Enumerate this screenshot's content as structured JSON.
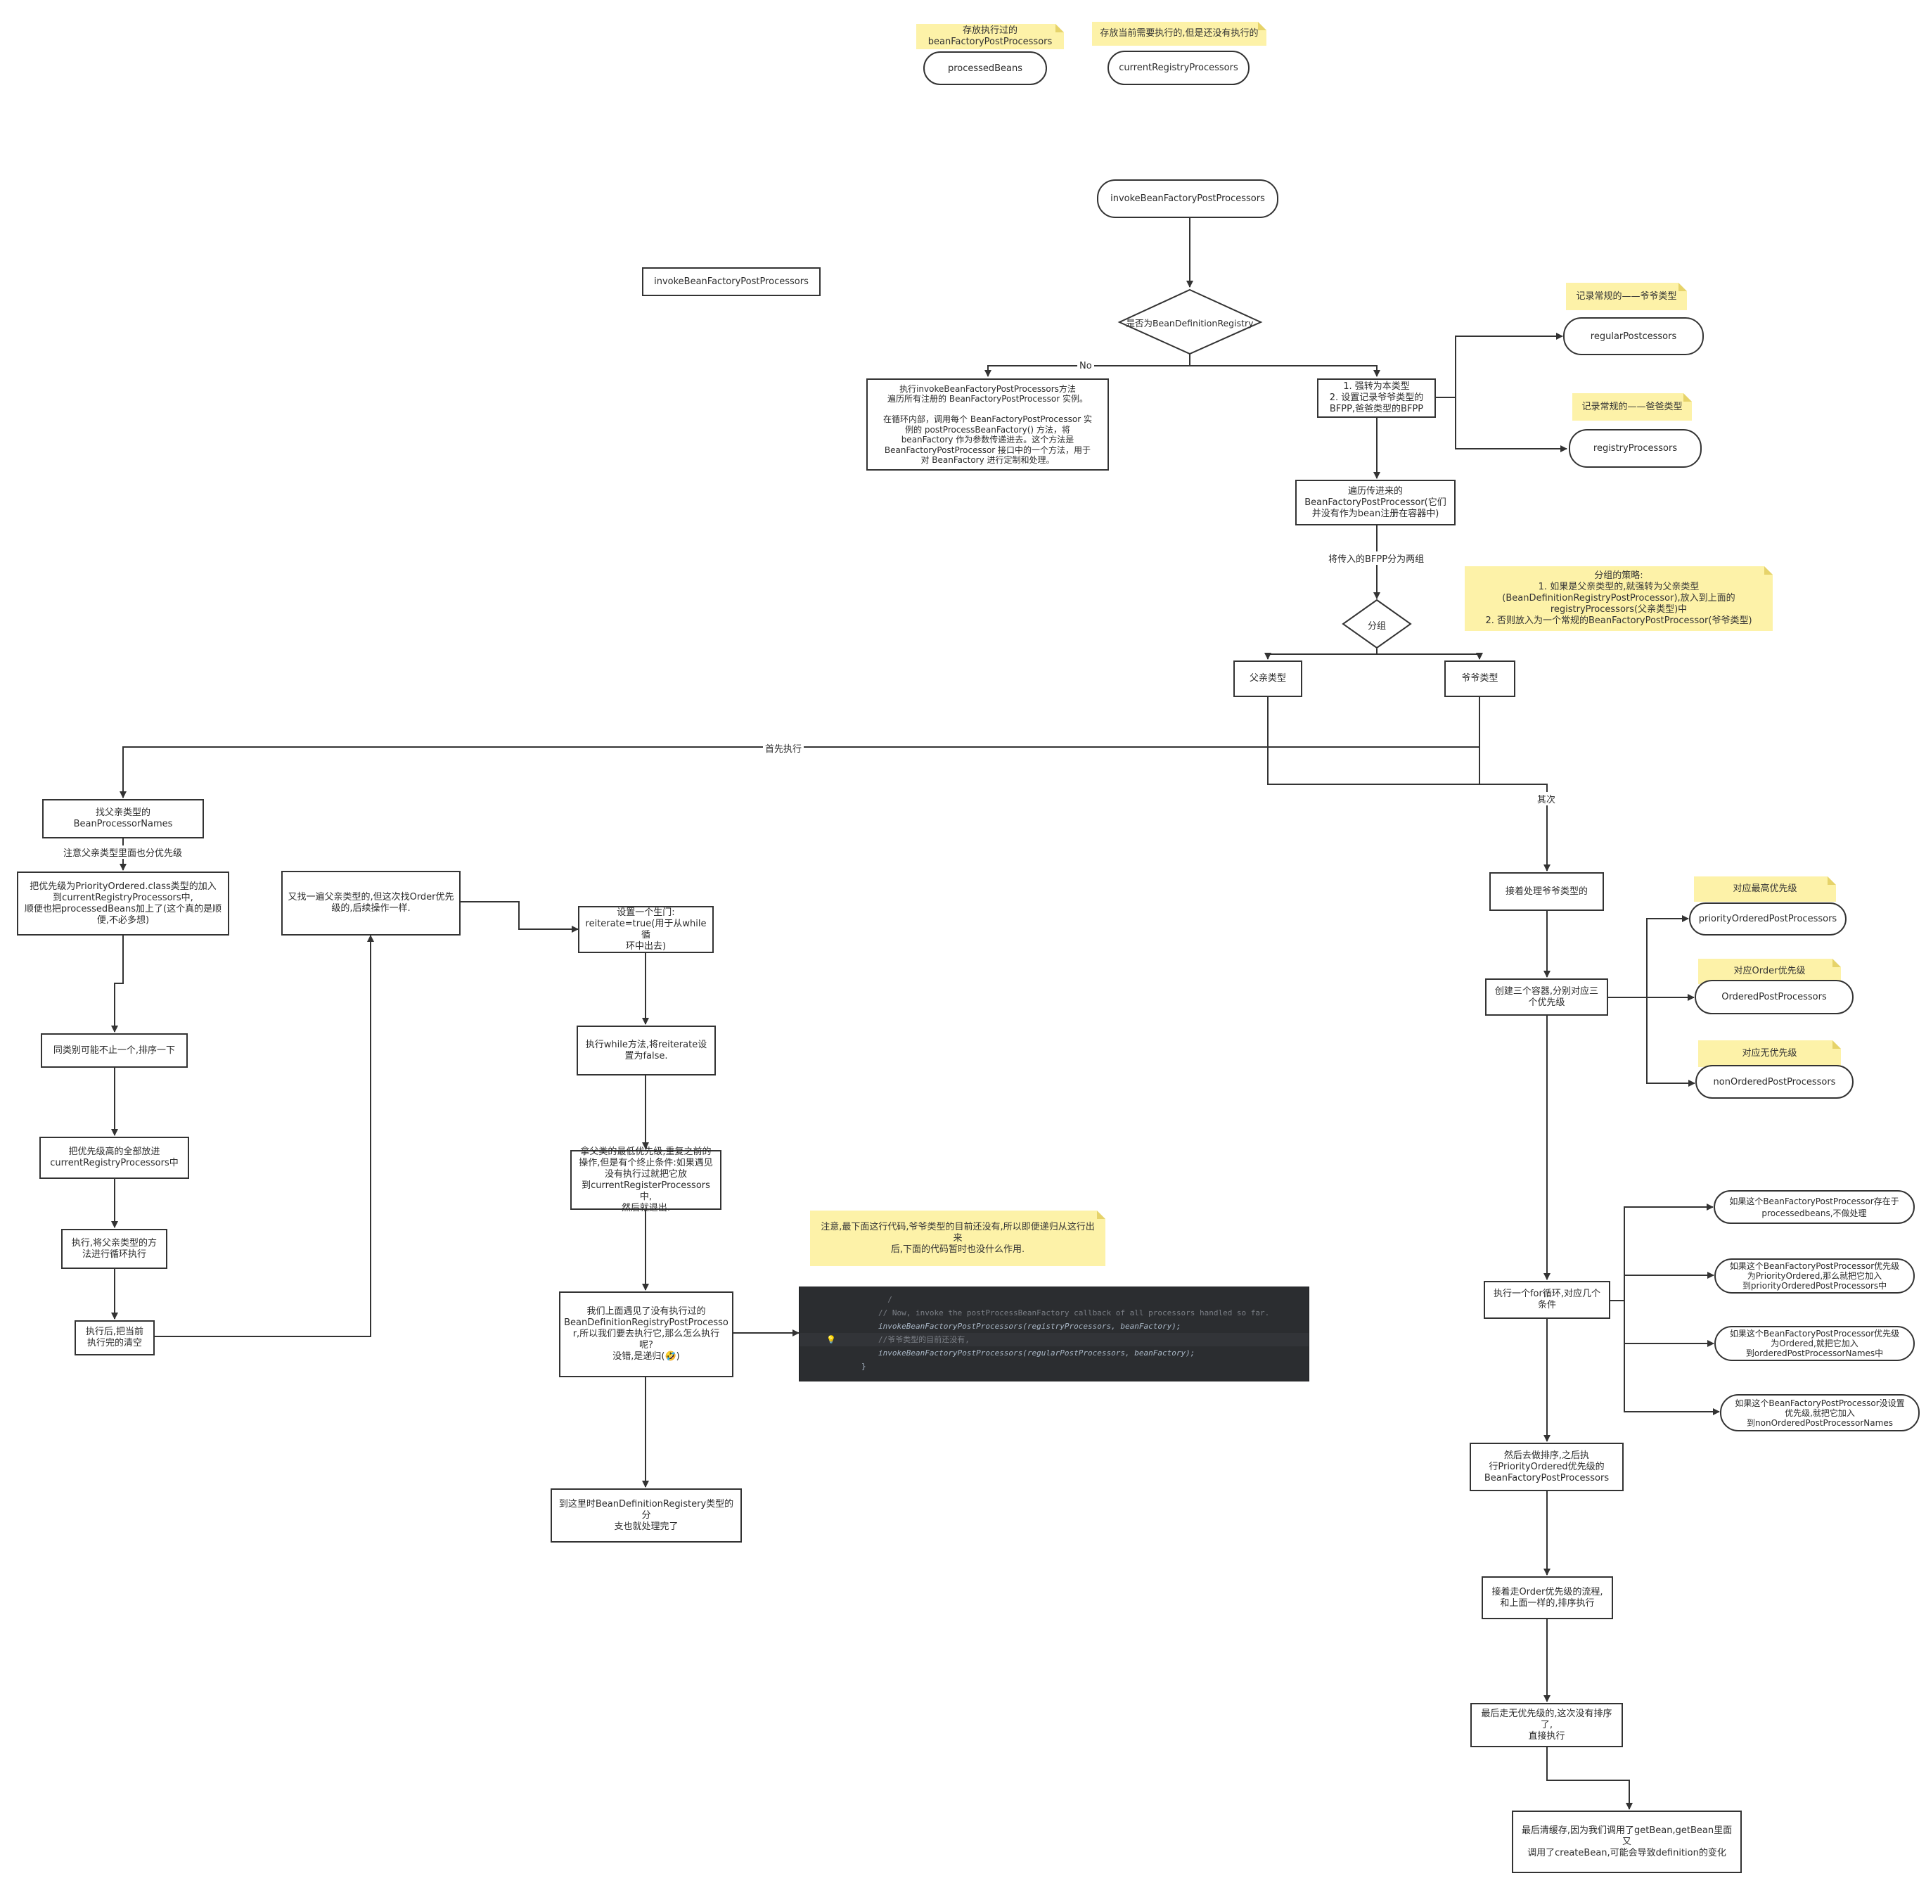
{
  "colors": {
    "stroke": "#333333",
    "note_bg": "#fdf2a8",
    "code_bg": "#2b2d30"
  },
  "notes": {
    "processed_beans": "存放执行过的\nbeanFactoryPostProcessors",
    "current_registry": "存放当前需要执行的,但是还没有执行的",
    "regular": "记录常规的——爷爷类型",
    "registry": "记录常规的——爸爸类型",
    "strategy": "分组的策略:\n1. 如果是父亲类型的,就强转为父亲类型\n(BeanDefinitionRegistryPostProcessor),放入到上面的\nregistryProcessors(父亲类型)中\n2. 否则放入为一个常规的BeanFactoryPostProcessor(爷爷类型)",
    "highest_priority": "对应最高优先级",
    "order_priority": "对应Order优先级",
    "no_priority": "对应无优先级",
    "code_note": "注意,最下面这行代码,爷爷类型的目前还没有,所以即便递归从这行出来\n后,下面的代码暂时也没什么作用."
  },
  "terminals": {
    "processed_beans": "processedBeans",
    "current_registry": "currentRegistryProcessors",
    "start": "invokeBeanFactoryPostProcessors",
    "regular": "regularPostcessors",
    "registry": "registryProcessors",
    "priority_ordered": "priorityOrderedPostProcessors",
    "ordered": "OrderedPostProcessors",
    "non_ordered": "nonOrderedPostProcessors",
    "cond1": "如果这个BeanFactoryPostProcessor存在于\nprocessedbeans,不做处理",
    "cond2": "如果这个BeanFactoryPostProcessor优先级\n为PriorityOrdered,那么就把它加入\n到priorityOrderedPostProcessors中",
    "cond3": "如果这个BeanFactoryPostProcessor优先级\n为Ordered,就把它加入\n到orderedPostProcessorNames中",
    "cond4": "如果这个BeanFactoryPostProcessor没设置\n优先级,就把它加入\n到nonOrderedPostProcessorNames"
  },
  "boxes": {
    "title_box": "invokeBeanFactoryPostProcessors",
    "no_branch": "执行invokeBeanFactoryPostProcessors方法\n遍历所有注册的 BeanFactoryPostProcessor 实例。\n\n在循环内部，调用每个 BeanFactoryPostProcessor 实\n例的 postProcessBeanFactory() 方法，将\nbeanFactory 作为参数传递进去。这个方法是\nBeanFactoryPostProcessor 接口中的一个方法，用于\n对 BeanFactory 进行定制和处理。",
    "cast": "1. 强转为本类型\n2. 设置记录爷爷类型的\nBFPP,爸爸类型的BFPP",
    "traverse": "遍历传进来的\nBeanFactoryPostProcessor(它们\n并没有作为bean注册在容器中)",
    "parent_type": "父亲类型",
    "grand_type": "爷爷类型",
    "find_parent": "找父亲类型的\nBeanProcessorNames",
    "priority_add": "把优先级为PriorityOrdered.class类型的加入\n到currentRegistryProcessors中,\n顺便也把processedBeans加上了(这个真的是顺\n便,不必多想)",
    "sort": "同类别可能不止一个,排序一下",
    "put_high": "把优先级高的全部放进\ncurrentRegistryProcessors中",
    "exec_loop": "执行,将父亲类型的方\n法进行循环执行",
    "clear": "执行后,把当前\n执行完的清空",
    "find_again": "又找一遍父亲类型的,但这次找Order优先\n级的,后续操作一样.",
    "reiterate": "设置一个生门:\nreiterate=true(用于从while循\n环中出去)",
    "while_exec": "执行while方法,将reiterate设\n置为false.",
    "lowest": "拿父类的最低优先级,重复之前的\n操作,但是有个终止条件:如果遇见\n没有执行过就把它放\n到currentRegisterProcessors中,\n然后就退出.",
    "recursion": "我们上面遇见了没有执行过的\nBeanDefinitionRegistryPostProcesso\nr,所以我们要去执行它,那么怎么执行\n呢?\n没错,是递归(🤣)",
    "done": "到这里时BeanDefinitionRegistery类型的分\n支也就处理完了",
    "handle_grand": "接着处理爷爷类型的",
    "three_containers": "创建三个容器,分别对应三\n个优先级",
    "for_loop": "执行一个for循环,对应几个\n条件",
    "sort_priority": "然后去做排序,之后执\n行PriorityOrdered优先级的\nBeanFactoryPostProcessors",
    "order_flow": "接着走Order优先级的流程,\n和上面一样的,排序执行",
    "no_priority_exec": "最后走无优先级的,这次没有排序了,\n直接执行",
    "clear_cache": "最后清缓存,因为我们调用了getBean,getBean里面又\n调用了createBean,可能会导致definition的变化"
  },
  "diamonds": {
    "is_registry": "是否为BeanDefinitionRegistry",
    "group": "分组"
  },
  "edge_labels": {
    "no": "No",
    "split": "将传入的BFPP分为两组",
    "first": "首先执行",
    "then": "其次",
    "parent_priority": "注意父亲类型里面也分优先级"
  },
  "code": {
    "line0": "  /",
    "line1": "// Now, invoke the postProcessBeanFactory callback of all processors handled so far.",
    "line2": "invokeBeanFactoryPostProcessors(registryProcessors, beanFactory);",
    "line3": "//爷爷类型的目前还没有,",
    "line4": "invokeBeanFactoryPostProcessors(regularPostProcessors, beanFactory);",
    "line5": "}"
  }
}
